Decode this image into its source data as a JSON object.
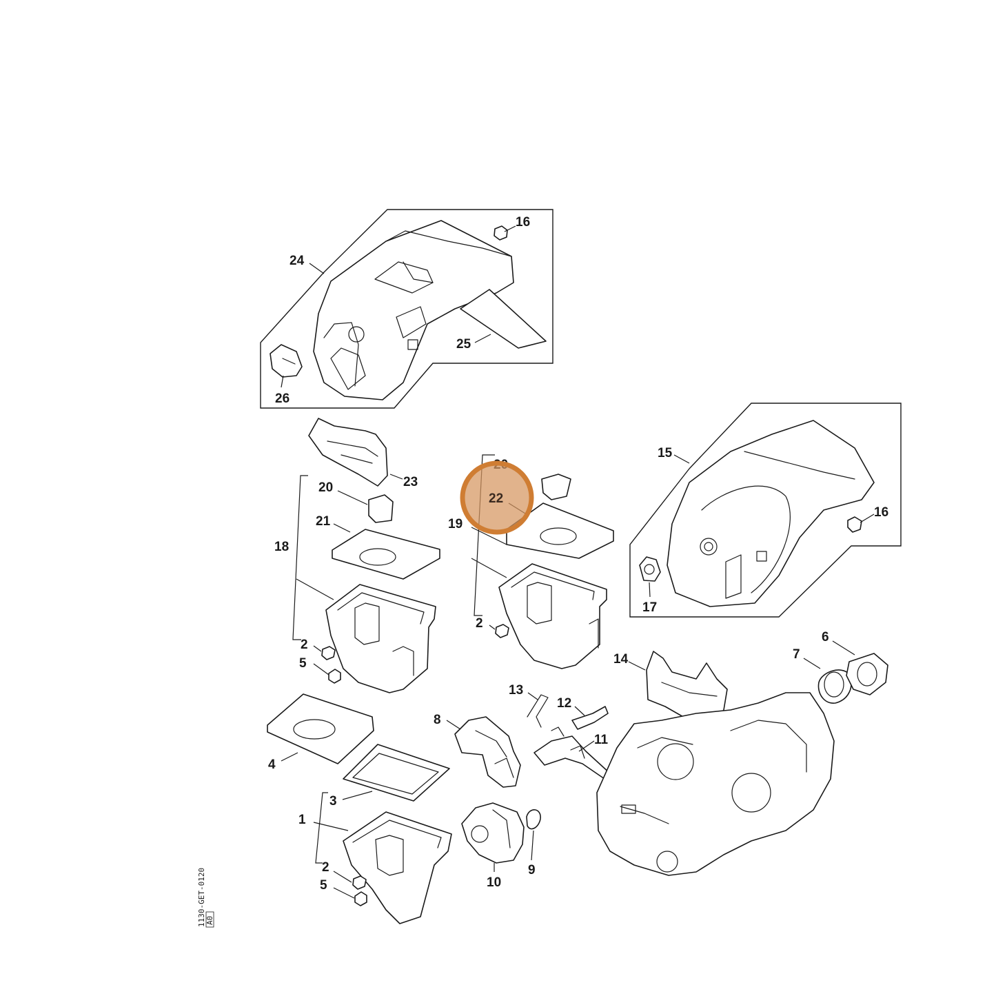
{
  "drawing_code": "1130-GET-0120",
  "drawing_code_sub": "A0",
  "highlight_ref": "22",
  "callouts": {
    "c1": "1",
    "c2a": "2",
    "c2b": "2",
    "c2c": "2",
    "c3": "3",
    "c4": "4",
    "c5a": "5",
    "c5b": "5",
    "c6": "6",
    "c7": "7",
    "c8": "8",
    "c9": "9",
    "c10": "10",
    "c11": "11",
    "c12": "12",
    "c13": "13",
    "c14": "14",
    "c15": "15",
    "c16a": "16",
    "c16b": "16",
    "c17": "17",
    "c18": "18",
    "c19": "19",
    "c20a": "20",
    "c20b": "20",
    "c21": "21",
    "c22": "22",
    "c23": "23",
    "c24": "24",
    "c25": "25",
    "c26": "26"
  },
  "colors": {
    "highlight_fill": "#d6965f",
    "highlight_stroke": "#cf7d33",
    "line": "#1a1a1a"
  }
}
